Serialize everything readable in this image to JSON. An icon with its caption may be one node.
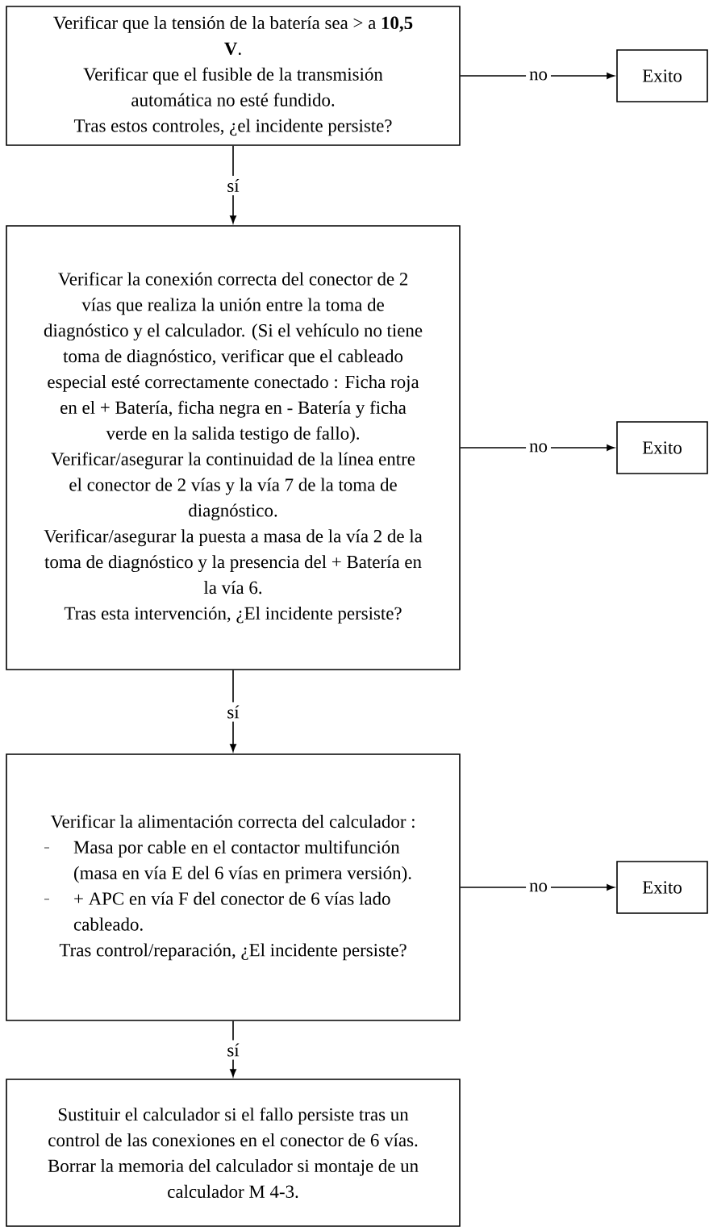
{
  "diagram": {
    "nodes": [
      {
        "text": [
          "Verificar que la tensión de la batería sea > a **10,5 V**.",
          "Verificar que el fusible de la transmisión automática no esté fundido.",
          "Tras estos controles, ¿el incidente persiste?"
        ]
      },
      {
        "text": [
          "Exito"
        ]
      },
      {
        "text": [
          "Verificar la conexión correcta del conector de 2 vías que realiza la unión entre la toma de diagnóstico y el calculador. (Si el vehículo no tiene toma de diagnóstico, verificar que el cableado especial esté correctamente conectado : Ficha roja en el + Batería, ficha negra en - Batería y ficha verde en la salida testigo de fallo).",
          "Verificar/asegurar la continuidad de la línea entre el conector de 2 vías y la vía 7 de la toma de diagnóstico.",
          "Verificar/asegurar la puesta a masa de la vía 2 de la toma de diagnóstico y la presencia del + Batería en la vía 6.",
          "Tras esta intervención, ¿El incidente persiste?"
        ]
      },
      {
        "text": [
          "Exito"
        ]
      },
      {
        "text": [
          "Verificar la alimentación correcta del calculador :",
          "Masa por cable en el contactor multifunción (masa en vía E del 6 vías en primera versión).",
          "+ APC en vía F del conector de 6 vías lado cableado.",
          "Tras control/reparación, ¿El incidente persiste?"
        ]
      },
      {
        "text": [
          "Exito"
        ]
      },
      {
        "text": [
          "Sustituir el calculador si el fallo persiste tras un control de las conexiones en el conector de 6 vías.",
          "Borrar la memoria del calculador si montaje de un calculador M 4-3."
        ]
      }
    ],
    "edges": [
      {
        "from": 0,
        "to": 1,
        "arrow": "to",
        "label": "no"
      },
      {
        "from": 0,
        "to": 2,
        "arrow": "to",
        "label": "sí"
      },
      {
        "from": 2,
        "to": 3,
        "arrow": "to",
        "label": "no"
      },
      {
        "from": 2,
        "to": 4,
        "arrow": "to",
        "label": "sí"
      },
      {
        "from": 4,
        "to": 5,
        "arrow": "to",
        "label": "no"
      },
      {
        "from": 4,
        "to": 6,
        "arrow": "to",
        "label": "sí"
      }
    ]
  }
}
